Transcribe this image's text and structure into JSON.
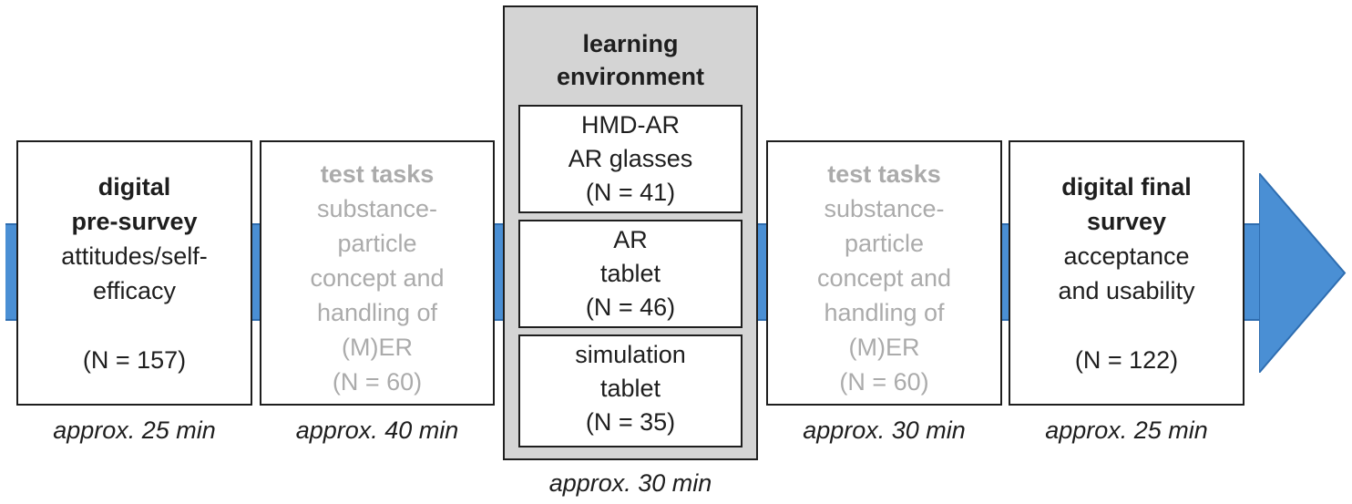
{
  "colors": {
    "arrow_fill": "#4a8fd4",
    "arrow_stroke": "#2e6db0",
    "faded_text": "#ababab",
    "learning_bg": "#d4d4d4"
  },
  "steps": [
    {
      "title_lines": [
        "digital",
        "pre-survey"
      ],
      "body_lines": [
        "attitudes/self-",
        "efficacy"
      ],
      "n": "(N = 157)",
      "time": "approx. 25 min"
    },
    {
      "title_lines": [
        "test tasks"
      ],
      "body_lines": [
        "substance-",
        "particle",
        "concept and",
        "handling of",
        "(M)ER"
      ],
      "n": "(N = 60)",
      "time": "approx. 40 min"
    },
    {
      "title_lines": [
        "learning",
        "environment"
      ],
      "groups": [
        {
          "lines": [
            "HMD-AR",
            "AR glasses"
          ],
          "n": "(N = 41)"
        },
        {
          "lines": [
            "AR",
            "tablet"
          ],
          "n": "(N = 46)"
        },
        {
          "lines": [
            "simulation",
            "tablet"
          ],
          "n": "(N = 35)"
        }
      ],
      "time": "approx. 30 min"
    },
    {
      "title_lines": [
        "test tasks"
      ],
      "body_lines": [
        "substance-",
        "particle",
        "concept and",
        "handling of",
        "(M)ER"
      ],
      "n": "(N = 60)",
      "time": "approx. 30 min"
    },
    {
      "title_lines": [
        "digital final",
        "survey"
      ],
      "body_lines": [
        "acceptance",
        "and usability"
      ],
      "n": "(N = 122)",
      "time": "approx. 25 min"
    }
  ]
}
